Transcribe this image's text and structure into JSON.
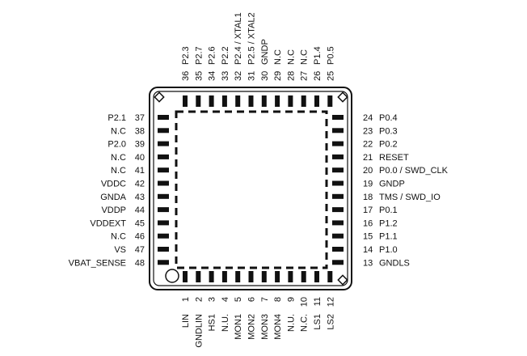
{
  "package": {
    "pins_left": [
      {
        "num": "37",
        "name": "P2.1"
      },
      {
        "num": "38",
        "name": "N.C"
      },
      {
        "num": "39",
        "name": "P2.0"
      },
      {
        "num": "40",
        "name": "N.C"
      },
      {
        "num": "41",
        "name": "N.C"
      },
      {
        "num": "42",
        "name": "VDDC"
      },
      {
        "num": "43",
        "name": "GNDA"
      },
      {
        "num": "44",
        "name": "VDDP"
      },
      {
        "num": "45",
        "name": "VDDEXT"
      },
      {
        "num": "46",
        "name": "N.C"
      },
      {
        "num": "47",
        "name": "VS"
      },
      {
        "num": "48",
        "name": "VBAT_SENSE"
      }
    ],
    "pins_right": [
      {
        "num": "24",
        "name": "P0.4"
      },
      {
        "num": "23",
        "name": "P0.3"
      },
      {
        "num": "22",
        "name": "P0.2"
      },
      {
        "num": "21",
        "name": "RESET"
      },
      {
        "num": "20",
        "name": "P0.0 / SWD_CLK"
      },
      {
        "num": "19",
        "name": "GNDP"
      },
      {
        "num": "18",
        "name": "TMS / SWD_IO"
      },
      {
        "num": "17",
        "name": "P0.1"
      },
      {
        "num": "16",
        "name": "P1.2"
      },
      {
        "num": "15",
        "name": "P1.1"
      },
      {
        "num": "14",
        "name": "P1.0"
      },
      {
        "num": "13",
        "name": "GNDLS"
      }
    ],
    "pins_top": [
      {
        "num": "36",
        "name": "P2.3"
      },
      {
        "num": "35",
        "name": "P2.7"
      },
      {
        "num": "34",
        "name": "P2.6"
      },
      {
        "num": "33",
        "name": "P2.2"
      },
      {
        "num": "32",
        "name": "P2.4 / XTAL1"
      },
      {
        "num": "31",
        "name": "P2.5 / XTAL2"
      },
      {
        "num": "30",
        "name": "GNDP"
      },
      {
        "num": "29",
        "name": "N.C"
      },
      {
        "num": "28",
        "name": "N.C"
      },
      {
        "num": "27",
        "name": "N.C"
      },
      {
        "num": "26",
        "name": "P1.4"
      },
      {
        "num": "25",
        "name": "P0.5"
      }
    ],
    "pins_bottom": [
      {
        "num": "1",
        "name": "LIN"
      },
      {
        "num": "2",
        "name": "GNDLIN"
      },
      {
        "num": "3",
        "name": "HS1"
      },
      {
        "num": "4",
        "name": "N.U."
      },
      {
        "num": "5",
        "name": "MON1"
      },
      {
        "num": "6",
        "name": "MON2"
      },
      {
        "num": "7",
        "name": "MON3"
      },
      {
        "num": "8",
        "name": "MON4"
      },
      {
        "num": "9",
        "name": "N.U."
      },
      {
        "num": "10",
        "name": "N.C."
      },
      {
        "num": "11",
        "name": "LS1"
      },
      {
        "num": "12",
        "name": "LS2"
      }
    ]
  }
}
